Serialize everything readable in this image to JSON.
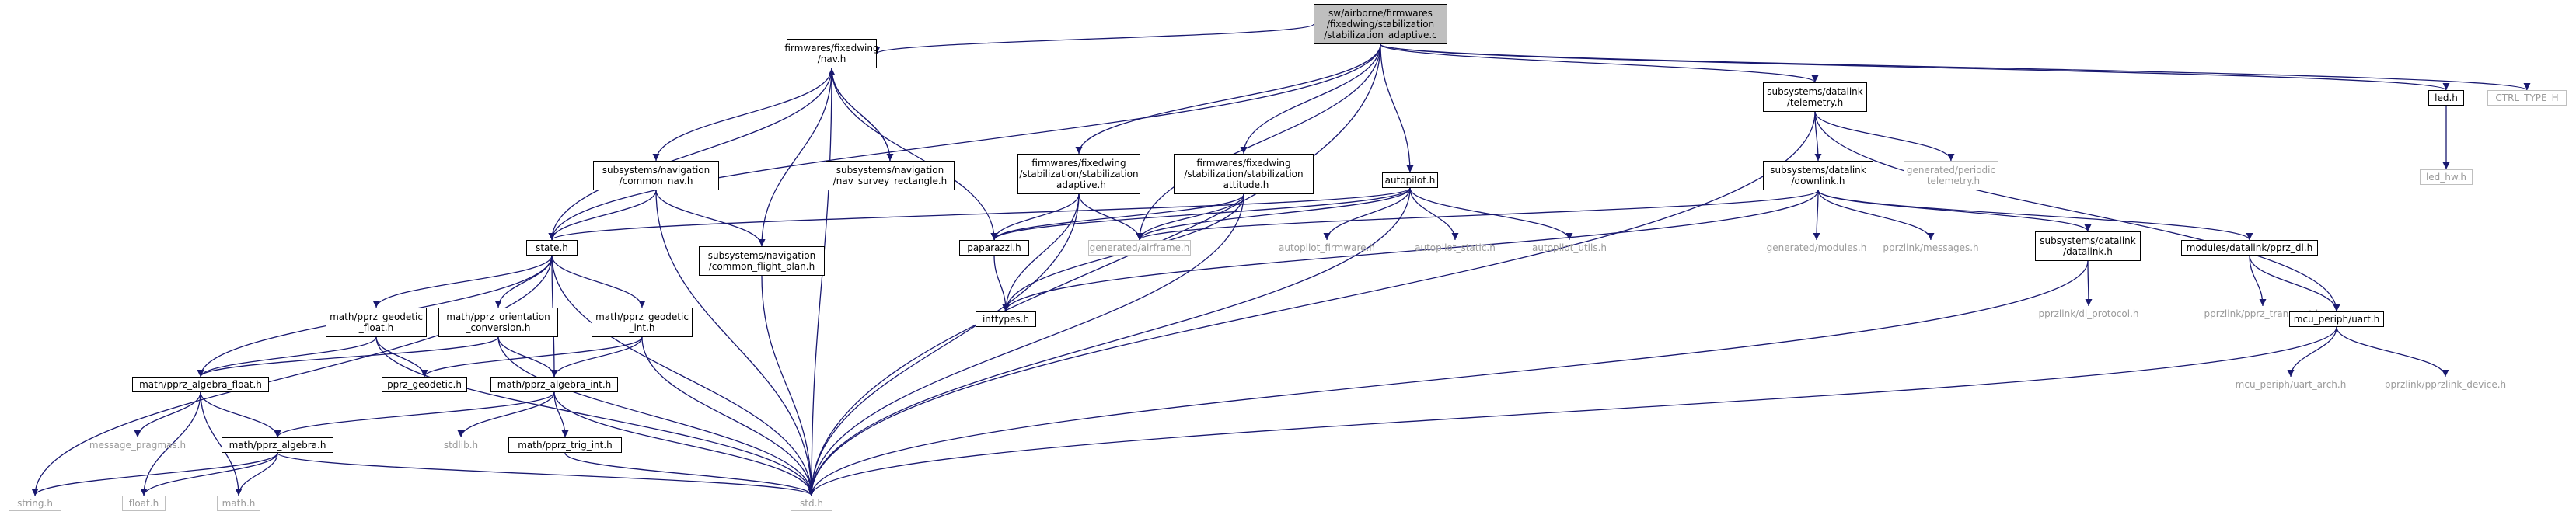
{
  "graph": {
    "edge_color": "#191970",
    "nodes": [
      {
        "id": "root",
        "lines": [
          "sw/airborne/firmwares",
          "/fixedwing/stabilization",
          "/stabilization_adaptive.c"
        ],
        "style": "root"
      },
      {
        "id": "nav",
        "lines": [
          "firmwares/fixedwing",
          "/nav.h"
        ],
        "style": "boxed"
      },
      {
        "id": "state",
        "lines": [
          "state.h"
        ],
        "style": "boxed"
      },
      {
        "id": "stab_adaptive_h",
        "lines": [
          "firmwares/fixedwing",
          "/stabilization/stabilization",
          "_adaptive.h"
        ],
        "style": "boxed"
      },
      {
        "id": "stab_attitude_h",
        "lines": [
          "firmwares/fixedwing",
          "/stabilization/stabilization",
          "_attitude.h"
        ],
        "style": "boxed"
      },
      {
        "id": "autopilot",
        "lines": [
          "autopilot.h"
        ],
        "style": "boxed"
      },
      {
        "id": "telemetry",
        "lines": [
          "subsystems/datalink",
          "/telemetry.h"
        ],
        "style": "boxed"
      },
      {
        "id": "led",
        "lines": [
          "led.h"
        ],
        "style": "boxed"
      },
      {
        "id": "ctrl_type",
        "lines": [
          "CTRL_TYPE_H"
        ],
        "style": "gray"
      },
      {
        "id": "common_nav",
        "lines": [
          "subsystems/navigation",
          "/common_nav.h"
        ],
        "style": "boxed"
      },
      {
        "id": "nav_survey",
        "lines": [
          "subsystems/navigation",
          "/nav_survey_rectangle.h"
        ],
        "style": "boxed"
      },
      {
        "id": "common_flight_plan",
        "lines": [
          "subsystems/navigation",
          "/common_flight_plan.h"
        ],
        "style": "boxed"
      },
      {
        "id": "downlink",
        "lines": [
          "subsystems/datalink",
          "/downlink.h"
        ],
        "style": "boxed"
      },
      {
        "id": "periodic_telemetry",
        "lines": [
          "generated/periodic",
          "_telemetry.h"
        ],
        "style": "gray"
      },
      {
        "id": "led_hw",
        "lines": [
          "led_hw.h"
        ],
        "style": "gray"
      },
      {
        "id": "paparazzi",
        "lines": [
          "paparazzi.h"
        ],
        "style": "boxed"
      },
      {
        "id": "airframe",
        "lines": [
          "generated/airframe.h"
        ],
        "style": "gray"
      },
      {
        "id": "autopilot_firmware",
        "lines": [
          "autopilot_firmware.h"
        ],
        "style": "plain"
      },
      {
        "id": "autopilot_static",
        "lines": [
          "autopilot_static.h"
        ],
        "style": "plain"
      },
      {
        "id": "autopilot_utils",
        "lines": [
          "autopilot_utils.h"
        ],
        "style": "plain"
      },
      {
        "id": "geodetic_float",
        "lines": [
          "math/pprz_geodetic",
          "_float.h"
        ],
        "style": "boxed"
      },
      {
        "id": "orientation_conversion",
        "lines": [
          "math/pprz_orientation",
          "_conversion.h"
        ],
        "style": "boxed"
      },
      {
        "id": "geodetic_int",
        "lines": [
          "math/pprz_geodetic",
          "_int.h"
        ],
        "style": "boxed"
      },
      {
        "id": "generated_modules",
        "lines": [
          "generated/modules.h"
        ],
        "style": "plain"
      },
      {
        "id": "pprzlink_messages",
        "lines": [
          "pprzlink/messages.h"
        ],
        "style": "plain"
      },
      {
        "id": "datalink_h",
        "lines": [
          "subsystems/datalink",
          "/datalink.h"
        ],
        "style": "boxed"
      },
      {
        "id": "pprz_dl",
        "lines": [
          "modules/datalink/pprz_dl.h"
        ],
        "style": "boxed"
      },
      {
        "id": "inttypes",
        "lines": [
          "inttypes.h"
        ],
        "style": "boxed"
      },
      {
        "id": "dl_protocol",
        "lines": [
          "pprzlink/dl_protocol.h"
        ],
        "style": "plain"
      },
      {
        "id": "pprz_transport",
        "lines": [
          "pprzlink/pprz_transport.h"
        ],
        "style": "plain"
      },
      {
        "id": "uart",
        "lines": [
          "mcu_periph/uart.h"
        ],
        "style": "boxed"
      },
      {
        "id": "algebra_float",
        "lines": [
          "math/pprz_algebra_float.h"
        ],
        "style": "boxed"
      },
      {
        "id": "pprz_geodetic",
        "lines": [
          "pprz_geodetic.h"
        ],
        "style": "boxed"
      },
      {
        "id": "algebra_int",
        "lines": [
          "math/pprz_algebra_int.h"
        ],
        "style": "boxed"
      },
      {
        "id": "message_pragmas",
        "lines": [
          "message_pragmas.h"
        ],
        "style": "plain"
      },
      {
        "id": "pprz_algebra",
        "lines": [
          "math/pprz_algebra.h"
        ],
        "style": "boxed"
      },
      {
        "id": "stdlib",
        "lines": [
          "stdlib.h"
        ],
        "style": "plain"
      },
      {
        "id": "trig_int",
        "lines": [
          "math/pprz_trig_int.h"
        ],
        "style": "boxed"
      },
      {
        "id": "uart_arch",
        "lines": [
          "mcu_periph/uart_arch.h"
        ],
        "style": "plain"
      },
      {
        "id": "pprzlink_device",
        "lines": [
          "pprzlink/pprzlink_device.h"
        ],
        "style": "plain"
      },
      {
        "id": "string",
        "lines": [
          "string.h"
        ],
        "style": "gray"
      },
      {
        "id": "float",
        "lines": [
          "float.h"
        ],
        "style": "gray"
      },
      {
        "id": "math",
        "lines": [
          "math.h"
        ],
        "style": "gray"
      },
      {
        "id": "std",
        "lines": [
          "std.h"
        ],
        "style": "gray"
      }
    ],
    "edges": [
      [
        "root",
        "nav"
      ],
      [
        "root",
        "state"
      ],
      [
        "root",
        "stab_adaptive_h"
      ],
      [
        "root",
        "stab_attitude_h"
      ],
      [
        "root",
        "autopilot"
      ],
      [
        "root",
        "airframe"
      ],
      [
        "root",
        "telemetry"
      ],
      [
        "root",
        "std"
      ],
      [
        "root",
        "led"
      ],
      [
        "root",
        "ctrl_type"
      ],
      [
        "nav",
        "state"
      ],
      [
        "nav",
        "common_nav"
      ],
      [
        "nav",
        "nav_survey"
      ],
      [
        "nav",
        "common_flight_plan"
      ],
      [
        "nav",
        "paparazzi"
      ],
      [
        "nav",
        "std"
      ],
      [
        "nav_survey",
        "nav"
      ],
      [
        "common_nav",
        "state"
      ],
      [
        "common_nav",
        "common_flight_plan"
      ],
      [
        "common_nav",
        "std"
      ],
      [
        "common_flight_plan",
        "std"
      ],
      [
        "stab_adaptive_h",
        "paparazzi"
      ],
      [
        "stab_adaptive_h",
        "airframe"
      ],
      [
        "stab_adaptive_h",
        "inttypes"
      ],
      [
        "stab_adaptive_h",
        "std"
      ],
      [
        "stab_attitude_h",
        "paparazzi"
      ],
      [
        "stab_attitude_h",
        "airframe"
      ],
      [
        "stab_attitude_h",
        "inttypes"
      ],
      [
        "stab_attitude_h",
        "std"
      ],
      [
        "autopilot",
        "state"
      ],
      [
        "autopilot",
        "paparazzi"
      ],
      [
        "autopilot",
        "airframe"
      ],
      [
        "autopilot",
        "autopilot_firmware"
      ],
      [
        "autopilot",
        "autopilot_static"
      ],
      [
        "autopilot",
        "autopilot_utils"
      ],
      [
        "autopilot",
        "std"
      ],
      [
        "paparazzi",
        "inttypes"
      ],
      [
        "telemetry",
        "downlink"
      ],
      [
        "telemetry",
        "periodic_telemetry"
      ],
      [
        "telemetry",
        "uart"
      ],
      [
        "telemetry",
        "std"
      ],
      [
        "led",
        "led_hw"
      ],
      [
        "downlink",
        "airframe"
      ],
      [
        "downlink",
        "generated_modules"
      ],
      [
        "downlink",
        "pprzlink_messages"
      ],
      [
        "downlink",
        "datalink_h"
      ],
      [
        "downlink",
        "pprz_dl"
      ],
      [
        "downlink",
        "inttypes"
      ],
      [
        "datalink_h",
        "dl_protocol"
      ],
      [
        "datalink_h",
        "std"
      ],
      [
        "pprz_dl",
        "pprz_transport"
      ],
      [
        "pprz_dl",
        "uart"
      ],
      [
        "uart",
        "uart_arch"
      ],
      [
        "uart",
        "pprzlink_device"
      ],
      [
        "uart",
        "std"
      ],
      [
        "state",
        "geodetic_float"
      ],
      [
        "state",
        "orientation_conversion"
      ],
      [
        "state",
        "geodetic_int"
      ],
      [
        "state",
        "algebra_float"
      ],
      [
        "state",
        "algebra_int"
      ],
      [
        "state",
        "string"
      ],
      [
        "state",
        "std"
      ],
      [
        "geodetic_float",
        "pprz_geodetic"
      ],
      [
        "geodetic_float",
        "algebra_float"
      ],
      [
        "geodetic_float",
        "std"
      ],
      [
        "orientation_conversion",
        "algebra_float"
      ],
      [
        "orientation_conversion",
        "algebra_int"
      ],
      [
        "orientation_conversion",
        "std"
      ],
      [
        "geodetic_int",
        "pprz_geodetic"
      ],
      [
        "geodetic_int",
        "algebra_int"
      ],
      [
        "geodetic_int",
        "std"
      ],
      [
        "algebra_float",
        "pprz_algebra"
      ],
      [
        "algebra_float",
        "message_pragmas"
      ],
      [
        "algebra_float",
        "float"
      ],
      [
        "algebra_float",
        "math"
      ],
      [
        "algebra_int",
        "pprz_algebra"
      ],
      [
        "algebra_int",
        "stdlib"
      ],
      [
        "algebra_int",
        "trig_int"
      ],
      [
        "algebra_int",
        "std"
      ],
      [
        "pprz_algebra",
        "string"
      ],
      [
        "pprz_algebra",
        "float"
      ],
      [
        "pprz_algebra",
        "math"
      ],
      [
        "pprz_algebra",
        "std"
      ],
      [
        "trig_int",
        "std"
      ]
    ]
  }
}
